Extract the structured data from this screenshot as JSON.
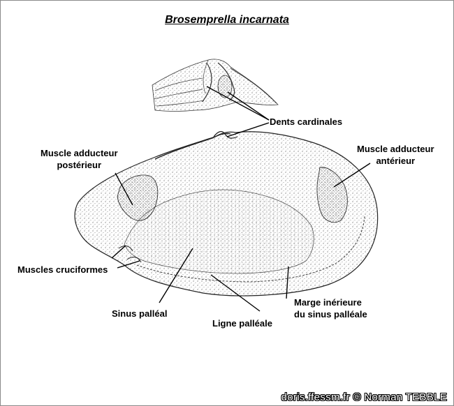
{
  "title": "Brosemprella incarnata",
  "labels": {
    "dents_cardinales": "Dents cardinales",
    "muscle_posterieur_l1": "Muscle adducteur",
    "muscle_posterieur_l2": "postérieur",
    "muscle_anterieur_l1": "Muscle adducteur",
    "muscle_anterieur_l2": "antérieur",
    "muscles_cruciformes": "Muscles cruciformes",
    "sinus_palleal": "Sinus palléal",
    "ligne_palleale": "Ligne palléale",
    "marge_l1": "Marge inérieure",
    "marge_l2": "du sinus palléale"
  },
  "credit": "doris.ffessm.fr  ©  Norman TEBBLE"
}
